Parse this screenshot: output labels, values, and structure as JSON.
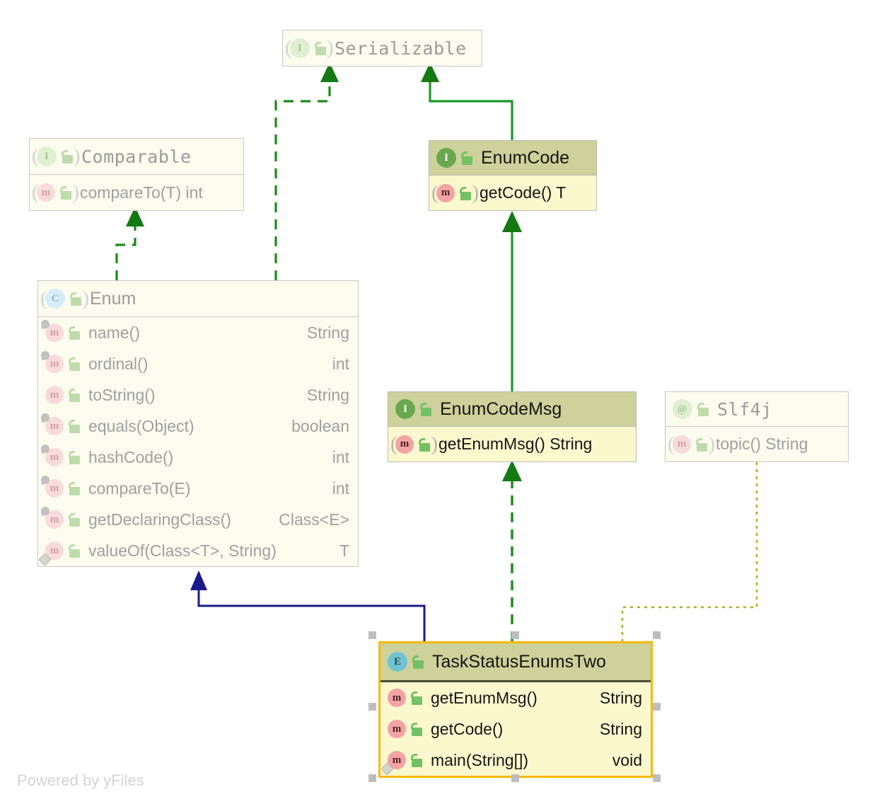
{
  "canvas": {
    "watermark": "Powered by yFiles",
    "background": "#ffffff",
    "colors": {
      "edge_realization_green": "#1a8a1a",
      "edge_generalization_green": "#1a9a24",
      "edge_generalization_blue": "#1a1a8c",
      "edge_dependency_olive": "#b5a627",
      "selection_border": "#f5ba0b",
      "selection_handle": "#bdbdbd",
      "node_header_active": "#cdd19a",
      "node_body_active": "#fcf8cd",
      "node_faded_bg": "#fbfbee",
      "text_faded": "#9b9b9b",
      "text_active": "#151515"
    }
  },
  "nodes": {
    "serializable": {
      "name": "Serializable",
      "stereotype_icon": "interface-icon",
      "stereotype_letter": "I",
      "visibility_icon": "unlocked-padlock-icon",
      "state": "faded",
      "members": []
    },
    "comparable": {
      "name": "Comparable",
      "stereotype_icon": "interface-icon",
      "stereotype_letter": "I",
      "visibility_icon": "unlocked-padlock-icon",
      "state": "faded",
      "members": [
        {
          "icon": "method-icon",
          "letter": "m",
          "name": "compareTo(T) int",
          "type": "",
          "final": false
        }
      ]
    },
    "enumcode": {
      "name": "EnumCode",
      "stereotype_icon": "interface-icon",
      "stereotype_letter": "I",
      "visibility_icon": "unlocked-padlock-icon",
      "state": "active",
      "members": [
        {
          "icon": "method-icon",
          "letter": "m",
          "name": "getCode() T",
          "type": "",
          "final": false
        }
      ]
    },
    "enum": {
      "name": "Enum",
      "stereotype_icon": "class-icon",
      "stereotype_letter": "C",
      "visibility_icon": "unlocked-padlock-icon",
      "state": "faded",
      "members": [
        {
          "icon": "method-icon",
          "letter": "m",
          "name": "name()",
          "type": "String",
          "final": true
        },
        {
          "icon": "method-icon",
          "letter": "m",
          "name": "ordinal()",
          "type": "int",
          "final": true
        },
        {
          "icon": "method-icon",
          "letter": "m",
          "name": "toString()",
          "type": "String",
          "final": false
        },
        {
          "icon": "method-icon",
          "letter": "m",
          "name": "equals(Object)",
          "type": "boolean",
          "final": true
        },
        {
          "icon": "method-icon",
          "letter": "m",
          "name": "hashCode()",
          "type": "int",
          "final": true
        },
        {
          "icon": "method-icon",
          "letter": "m",
          "name": "compareTo(E)",
          "type": "int",
          "final": true
        },
        {
          "icon": "method-icon",
          "letter": "m",
          "name": "getDeclaringClass()",
          "type": "Class<E>",
          "final": true
        },
        {
          "icon": "method-icon",
          "letter": "m",
          "name": "valueOf(Class<T>, String)",
          "type": "T",
          "final": false,
          "static": true
        }
      ]
    },
    "enumcodemsg": {
      "name": "EnumCodeMsg",
      "stereotype_icon": "interface-icon",
      "stereotype_letter": "I",
      "visibility_icon": "unlocked-padlock-icon",
      "state": "active",
      "members": [
        {
          "icon": "method-icon",
          "letter": "m",
          "name": "getEnumMsg() String",
          "type": "",
          "final": false
        }
      ]
    },
    "slf4j": {
      "name": "Slf4j",
      "stereotype_icon": "annotation-icon",
      "stereotype_letter": "@",
      "visibility_icon": "unlocked-padlock-icon",
      "state": "faded",
      "members": [
        {
          "icon": "method-icon",
          "letter": "m",
          "name": "topic() String",
          "type": "",
          "final": false
        }
      ]
    },
    "taskstatusenumstwo": {
      "name": "TaskStatusEnumsTwo",
      "stereotype_icon": "enum-icon",
      "stereotype_letter": "E",
      "visibility_icon": "unlocked-padlock-icon",
      "state": "selected",
      "members": [
        {
          "icon": "method-icon",
          "letter": "m",
          "name": "getEnumMsg()",
          "type": "String",
          "final": false
        },
        {
          "icon": "method-icon",
          "letter": "m",
          "name": "getCode()",
          "type": "String",
          "final": false
        },
        {
          "icon": "method-icon",
          "letter": "m",
          "name": "main(String[])",
          "type": "void",
          "final": false,
          "static": true
        }
      ]
    }
  },
  "edges": [
    {
      "id": "enum-to-serializable",
      "from": "enum",
      "to": "serializable",
      "style": "dashed",
      "color": "#1a8a1a",
      "arrow": "hollow-triangle-filled"
    },
    {
      "id": "enum-to-comparable",
      "from": "enum",
      "to": "comparable",
      "style": "dashed",
      "color": "#1a8a1a",
      "arrow": "triangle"
    },
    {
      "id": "enumcode-to-serializable",
      "from": "enumcode",
      "to": "serializable",
      "style": "solid",
      "color": "#1a9a24",
      "arrow": "triangle"
    },
    {
      "id": "enumcodemsg-to-enumcode",
      "from": "enumcodemsg",
      "to": "enumcode",
      "style": "solid",
      "color": "#1a9a24",
      "arrow": "triangle"
    },
    {
      "id": "task-to-enumcodemsg",
      "from": "taskstatusenumstwo",
      "to": "enumcodemsg",
      "style": "dashed",
      "color": "#1a8a1a",
      "arrow": "triangle"
    },
    {
      "id": "task-to-enum",
      "from": "taskstatusenumstwo",
      "to": "enum",
      "style": "solid",
      "color": "#1a1a8c",
      "arrow": "triangle"
    },
    {
      "id": "task-to-slf4j",
      "from": "taskstatusenumstwo",
      "to": "slf4j",
      "style": "dotted",
      "color": "#b5a627",
      "arrow": "none"
    }
  ]
}
